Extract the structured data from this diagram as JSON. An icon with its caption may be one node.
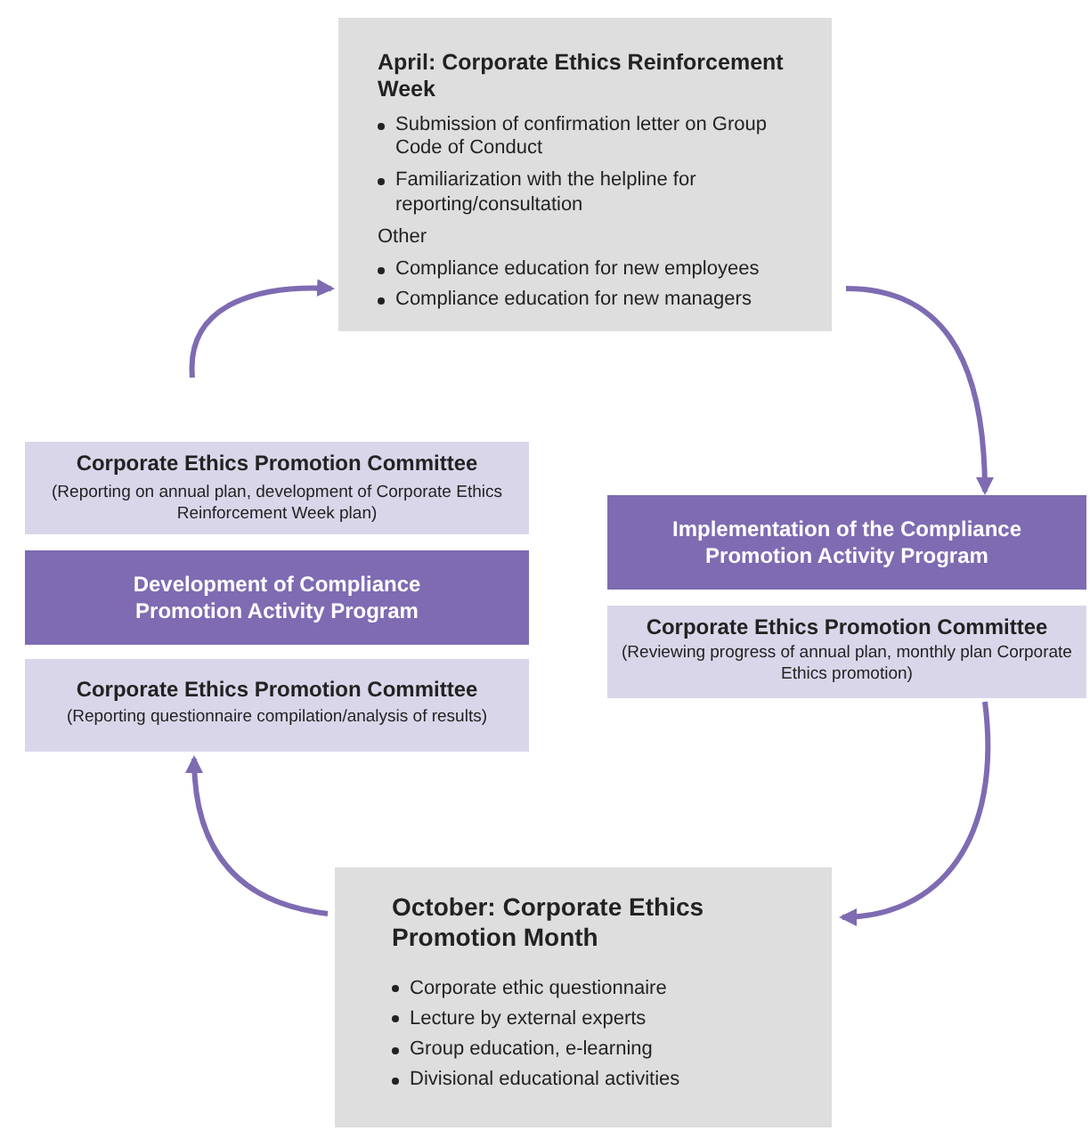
{
  "diagram": {
    "nodes": [
      {
        "text": [
          "April: Corporate Ethics Reinforcement Week",
          "Submission of confirmation letter on Group Code of Conduct",
          "Familiarization with the helpline for reporting/consultation",
          "Other",
          "Compliance education for new employees",
          "Compliance education for new managers"
        ]
      },
      {
        "text": [
          "Corporate Ethics Promotion Committee",
          "(Reporting on annual plan, development of Corporate Ethics Reinforcement Week plan)"
        ]
      },
      {
        "text": [
          "Development of Compliance Promotion Activity Program"
        ]
      },
      {
        "text": [
          "Corporate Ethics Promotion Committee",
          "(Reporting questionnaire compilation/analysis of results)"
        ]
      },
      {
        "text": [
          "Implementation of the Compliance Promotion Activity Program"
        ]
      },
      {
        "text": [
          "Corporate Ethics Promotion Committee",
          "(Reviewing progress of annual plan, monthly plan Corporate Ethics promotion)"
        ]
      },
      {
        "text": [
          "October: Corporate Ethics Promotion Month",
          "Corporate ethic questionnaire",
          "Lecture by external experts",
          "Group education, e-learning",
          "Divisional educational activities"
        ]
      }
    ],
    "edges": [
      {
        "from": 0,
        "to": 4,
        "arrow": "to"
      },
      {
        "from": 5,
        "to": 6,
        "arrow": "to"
      },
      {
        "from": 6,
        "to": 3,
        "arrow": "to"
      },
      {
        "from": 1,
        "to": 0,
        "arrow": "to"
      }
    ]
  }
}
